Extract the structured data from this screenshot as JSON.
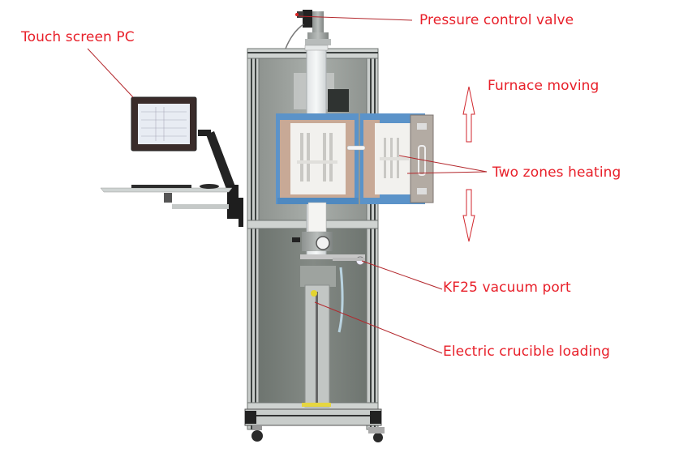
{
  "figure": {
    "subject": "Vertical two-zone tube furnace with touch screen PC",
    "accent_color": "#e8202a",
    "labels": [
      {
        "id": "touch-screen-pc",
        "text": "Touch screen PC"
      },
      {
        "id": "pressure-control-valve",
        "text": "Pressure control valve"
      },
      {
        "id": "furnace-moving",
        "text": "Furnace moving"
      },
      {
        "id": "two-zones-heating",
        "text": "Two zones heating"
      },
      {
        "id": "kf25-vacuum-port",
        "text": "KF25 vacuum port"
      },
      {
        "id": "electric-crucible-loading",
        "text": "Electric crucible loading"
      }
    ]
  }
}
